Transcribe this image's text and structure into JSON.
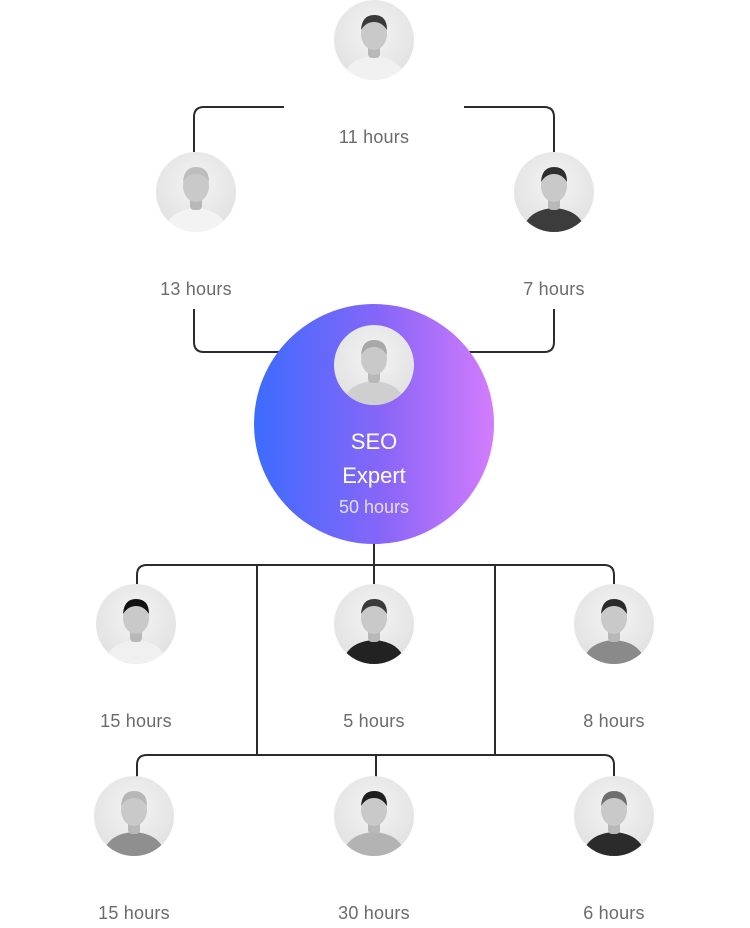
{
  "center": {
    "title_line1": "SEO",
    "title_line2": "Expert",
    "hours": "50 hours"
  },
  "people": [
    {
      "id": "top",
      "hours": "11 hours",
      "shirt": "#f1f1f1",
      "hair": "#3a3a3a"
    },
    {
      "id": "upper-left",
      "hours": "13 hours",
      "shirt": "#f3f3f3",
      "hair": "#bdbdbd"
    },
    {
      "id": "upper-right",
      "hours": "7 hours",
      "shirt": "#3c3c3c",
      "hair": "#2e2e2e"
    },
    {
      "id": "row2-left",
      "hours": "15 hours",
      "shirt": "#f0f0f0",
      "hair": "#111111"
    },
    {
      "id": "row2-middle",
      "hours": "5 hours",
      "shirt": "#222222",
      "hair": "#3a3a3a"
    },
    {
      "id": "row2-right",
      "hours": "8 hours",
      "shirt": "#8a8a8a",
      "hair": "#2a2a2a"
    },
    {
      "id": "row3-left",
      "hours": "15 hours",
      "shirt": "#8f8f8f",
      "hair": "#b7b7b7"
    },
    {
      "id": "row3-middle",
      "hours": "30 hours",
      "shirt": "#b3b3b3",
      "hair": "#1e1e1e"
    },
    {
      "id": "row3-right",
      "hours": "6 hours",
      "shirt": "#2b2b2b",
      "hair": "#6e6e6e"
    }
  ],
  "hub_person": {
    "shirt": "#cfcfcf",
    "hair": "#a8a8a8"
  },
  "colors": {
    "gradient_start": "#3d6bff",
    "gradient_end": "#d37cfd",
    "connector": "#2b2b2b",
    "label": "#6b6b6b"
  }
}
